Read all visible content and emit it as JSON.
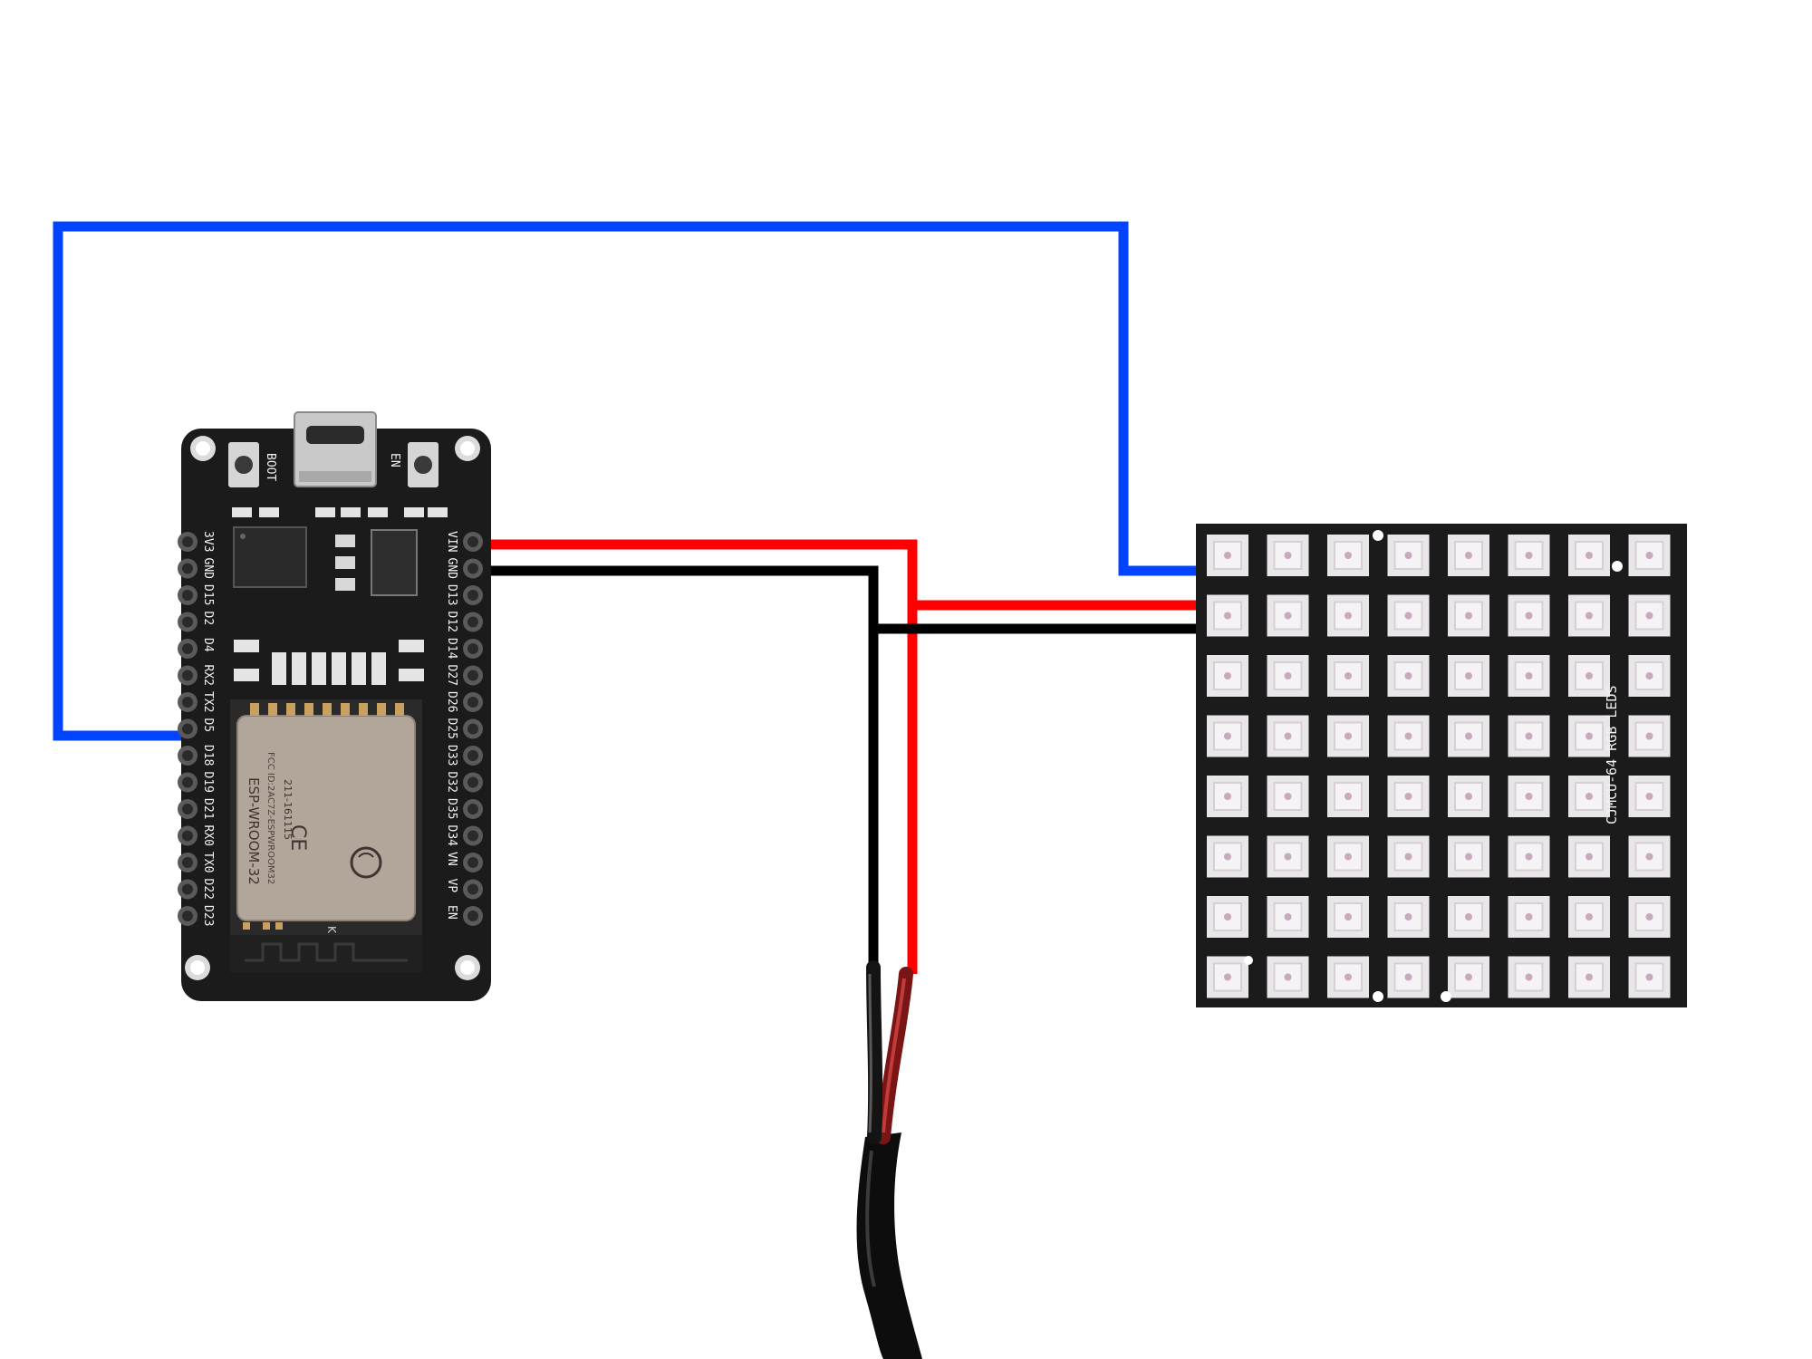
{
  "board": {
    "buttons": {
      "boot": "BOOT",
      "en": "EN"
    },
    "left_pins": [
      "3V3",
      "GND",
      "D15",
      "D2",
      "D4",
      "RX2",
      "TX2",
      "D5",
      "D18",
      "D19",
      "D21",
      "RX0",
      "TX0",
      "D22",
      "D23"
    ],
    "right_pins": [
      "VIN",
      "GND",
      "D13",
      "D12",
      "D14",
      "D27",
      "D26",
      "D25",
      "D33",
      "D32",
      "D35",
      "D34",
      "VN",
      "VP",
      "EN"
    ],
    "module": {
      "name": "ESP-WROOM-32",
      "fcc": "FCC ID:2AC7Z-ESPWROOM32",
      "code": "211-161115",
      "ce": "CE",
      "pin_mark": "K"
    }
  },
  "matrix": {
    "label": "CJMCU-64 RGB LEDS",
    "rows": 8,
    "cols": 8
  },
  "wires": {
    "data": {
      "color": "#0044ff"
    },
    "power": {
      "color": "#ff0000"
    },
    "ground": {
      "color": "#000000"
    }
  },
  "colors": {
    "pcb": "#1b1b1b",
    "board_silk": "#f2f2f2",
    "led_body": "#e9e6e9",
    "led_die": "#c9a9bd",
    "module_shield": "#b2a59a"
  }
}
